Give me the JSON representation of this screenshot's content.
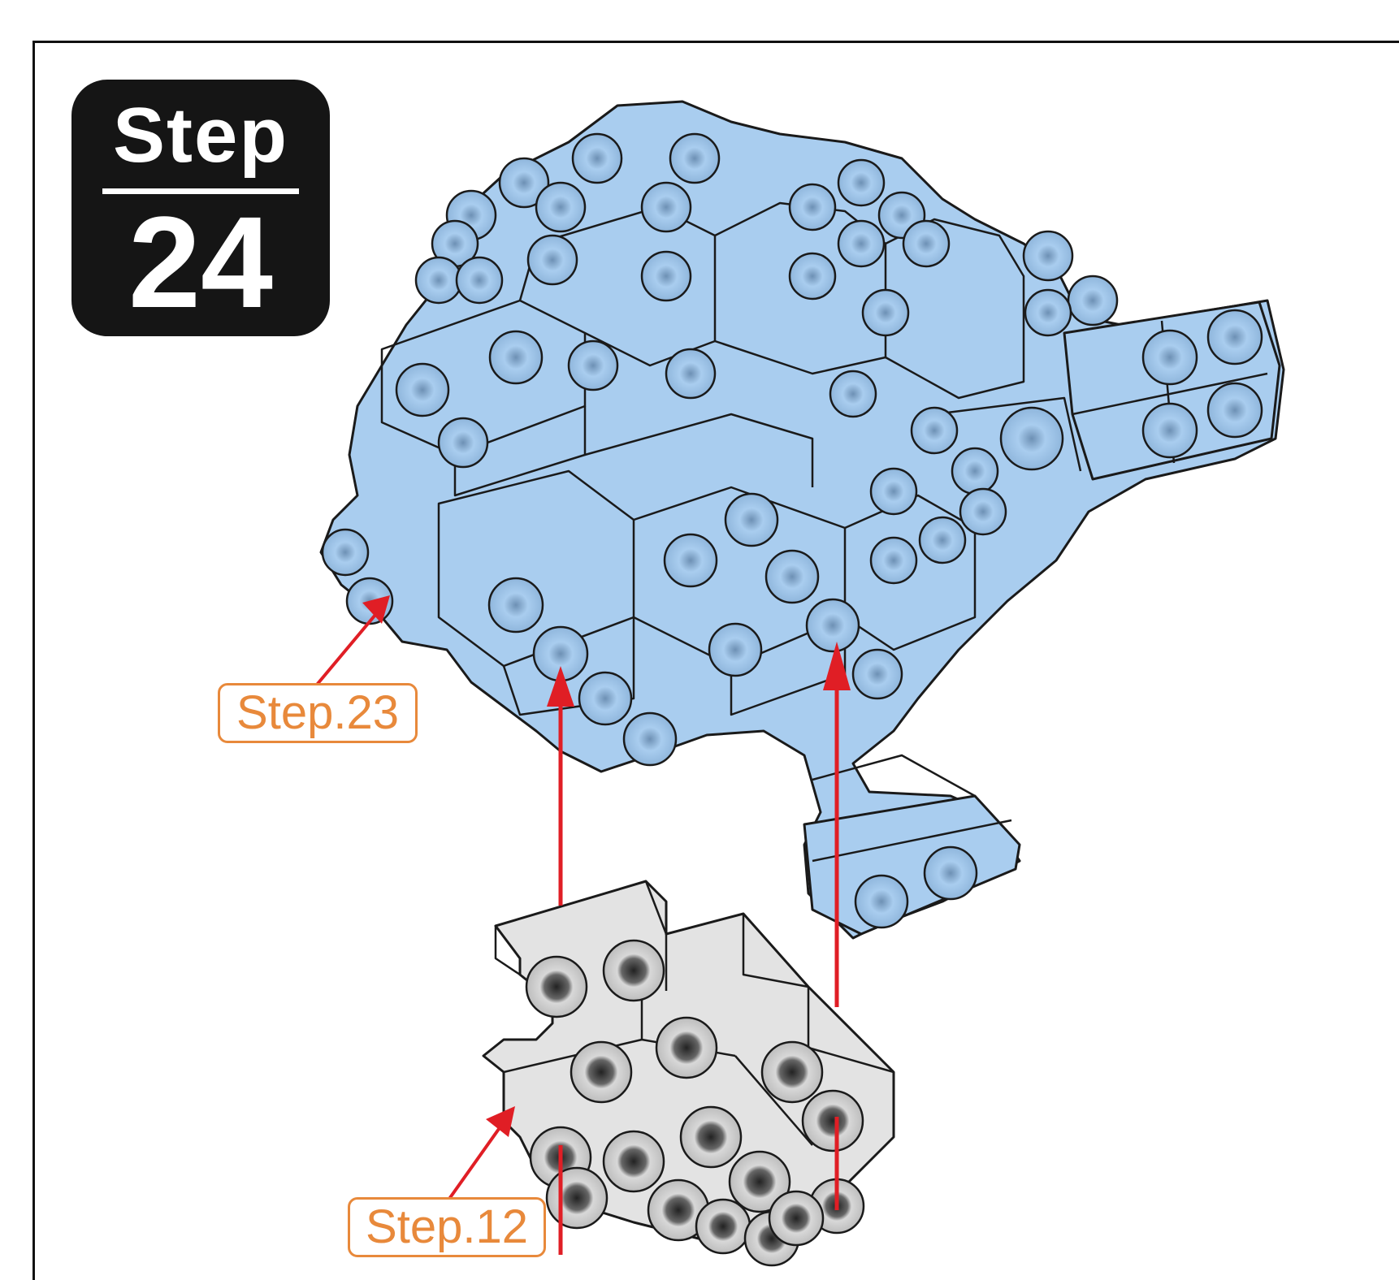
{
  "step": {
    "word": "Step",
    "number": "24"
  },
  "callouts": [
    {
      "label": "Step.23"
    },
    {
      "label": "Step.12"
    }
  ],
  "colors": {
    "blue_part": "#a9cdef",
    "grey_part": "#e3e3e3",
    "arrow": "#e01e25",
    "callout": "#e8893b",
    "badge": "#151515"
  }
}
